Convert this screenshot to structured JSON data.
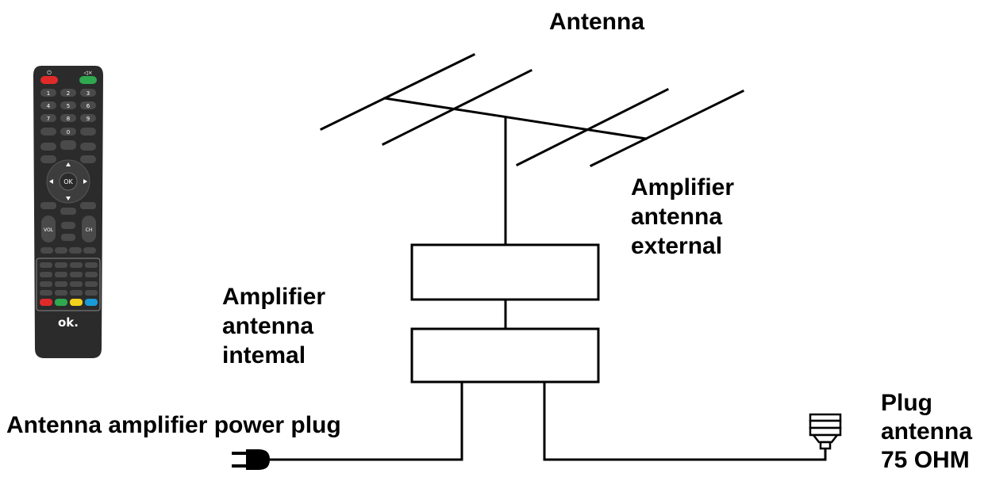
{
  "labels": {
    "antenna": "Antenna",
    "amp_external": [
      "Amplifier",
      "antenna",
      "external"
    ],
    "amp_internal": [
      "Amplifier",
      "antenna",
      "intemal"
    ],
    "power_plug": "Antenna amplifier power plug",
    "plug_antenna": [
      "Plug",
      "antenna",
      "75 OHM"
    ]
  },
  "remote": {
    "brand": "ok.",
    "center_button": "OK",
    "vol_label": "VOL",
    "ch_label": "CH",
    "digits": [
      "1",
      "2",
      "3",
      "4",
      "5",
      "6",
      "7",
      "8",
      "9",
      "0"
    ],
    "color_buttons": [
      "#e02a2a",
      "#2fa84f",
      "#f2d21b",
      "#1a9bd7"
    ],
    "power_color": "#e02a2a",
    "mute_color": "#2fa84f"
  },
  "colors": {
    "line": "#000000",
    "remote_body": "#2b2b2b"
  }
}
